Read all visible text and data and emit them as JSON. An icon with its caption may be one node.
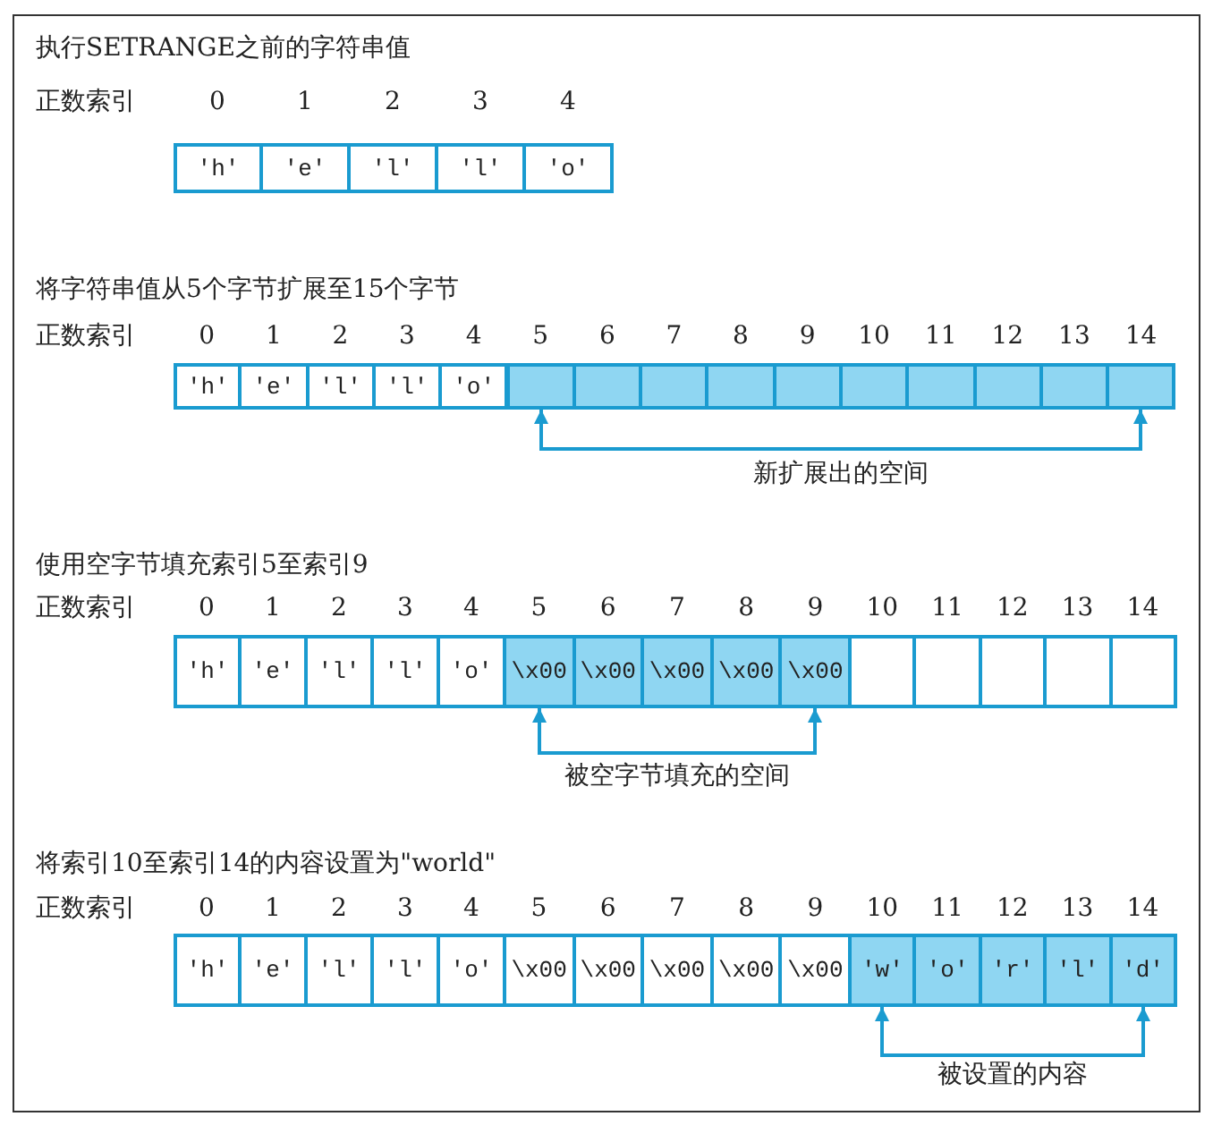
{
  "diagram": {
    "nodes": [
      {
        "text": [
          "'h'"
        ]
      },
      {
        "text": [
          "'e'"
        ]
      },
      {
        "text": [
          "'l'"
        ]
      },
      {
        "text": [
          "'l'"
        ]
      },
      {
        "text": [
          "'o'"
        ]
      },
      {
        "text": [
          "'h'"
        ]
      },
      {
        "text": [
          "'e'"
        ]
      },
      {
        "text": [
          "'l'"
        ]
      },
      {
        "text": [
          "'l'"
        ]
      },
      {
        "text": [
          "'o'"
        ]
      },
      {
        "text": [],
        "shape": "box"
      },
      {
        "text": [],
        "shape": "box"
      },
      {
        "text": [],
        "shape": "box"
      },
      {
        "text": [],
        "shape": "box"
      },
      {
        "text": [],
        "shape": "box"
      },
      {
        "text": [],
        "shape": "box"
      },
      {
        "text": [],
        "shape": "box"
      },
      {
        "text": [],
        "shape": "box"
      },
      {
        "text": [],
        "shape": "box"
      },
      {
        "text": [],
        "shape": "box"
      },
      {
        "text": [
          "'h'"
        ]
      },
      {
        "text": [
          "'e'"
        ]
      },
      {
        "text": [
          "'l'"
        ]
      },
      {
        "text": [
          "'l'"
        ]
      },
      {
        "text": [
          "'o'"
        ]
      },
      {
        "text": [
          "\\x00"
        ]
      },
      {
        "text": [
          "\\x00"
        ]
      },
      {
        "text": [
          "\\x00"
        ]
      },
      {
        "text": [
          "\\x00"
        ]
      },
      {
        "text": [
          "\\x00"
        ]
      },
      {
        "text": [],
        "shape": "box"
      },
      {
        "text": [],
        "shape": "box"
      },
      {
        "text": [],
        "shape": "box"
      },
      {
        "text": [],
        "shape": "box"
      },
      {
        "text": [],
        "shape": "box"
      },
      {
        "text": [
          "'h'"
        ]
      },
      {
        "text": [
          "'e'"
        ]
      },
      {
        "text": [
          "'l'"
        ]
      },
      {
        "text": [
          "'l'"
        ]
      },
      {
        "text": [
          "'o'"
        ]
      },
      {
        "text": [
          "\\x00"
        ]
      },
      {
        "text": [
          "\\x00"
        ]
      },
      {
        "text": [
          "\\x00"
        ]
      },
      {
        "text": [
          "\\x00"
        ]
      },
      {
        "text": [
          "\\x00"
        ]
      },
      {
        "text": [
          "'w'"
        ]
      },
      {
        "text": [
          "'o'"
        ]
      },
      {
        "text": [
          "'r'"
        ]
      },
      {
        "text": [
          "'l'"
        ]
      },
      {
        "text": [
          "'d'"
        ]
      }
    ],
    "edges": [
      {
        "from": 10,
        "to": 19,
        "arrow": "both",
        "label": "新扩展出的空间"
      },
      {
        "from": 25,
        "to": 29,
        "arrow": "both",
        "label": "被空字节填充的空间"
      },
      {
        "from": 45,
        "to": 49,
        "arrow": "both",
        "label": "被设置的内容"
      }
    ],
    "labels": [
      "执行SETRANGE之前的字符串值",
      "正数索引",
      "0",
      "1",
      "2",
      "3",
      "4",
      "将字符串值从5个字节扩展至15个字节",
      "正数索引",
      "0",
      "1",
      "2",
      "3",
      "4",
      "5",
      "6",
      "7",
      "8",
      "9",
      "10",
      "11",
      "12",
      "13",
      "14",
      "使用空字节填充索引5至索引9",
      "正数索引",
      "0",
      "1",
      "2",
      "3",
      "4",
      "5",
      "6",
      "7",
      "8",
      "9",
      "10",
      "11",
      "12",
      "13",
      "14",
      "将索引10至索引14的内容设置为\"world\"",
      "正数索引",
      "0",
      "1",
      "2",
      "3",
      "4",
      "5",
      "6",
      "7",
      "8",
      "9",
      "10",
      "11",
      "12",
      "13",
      "14"
    ]
  }
}
